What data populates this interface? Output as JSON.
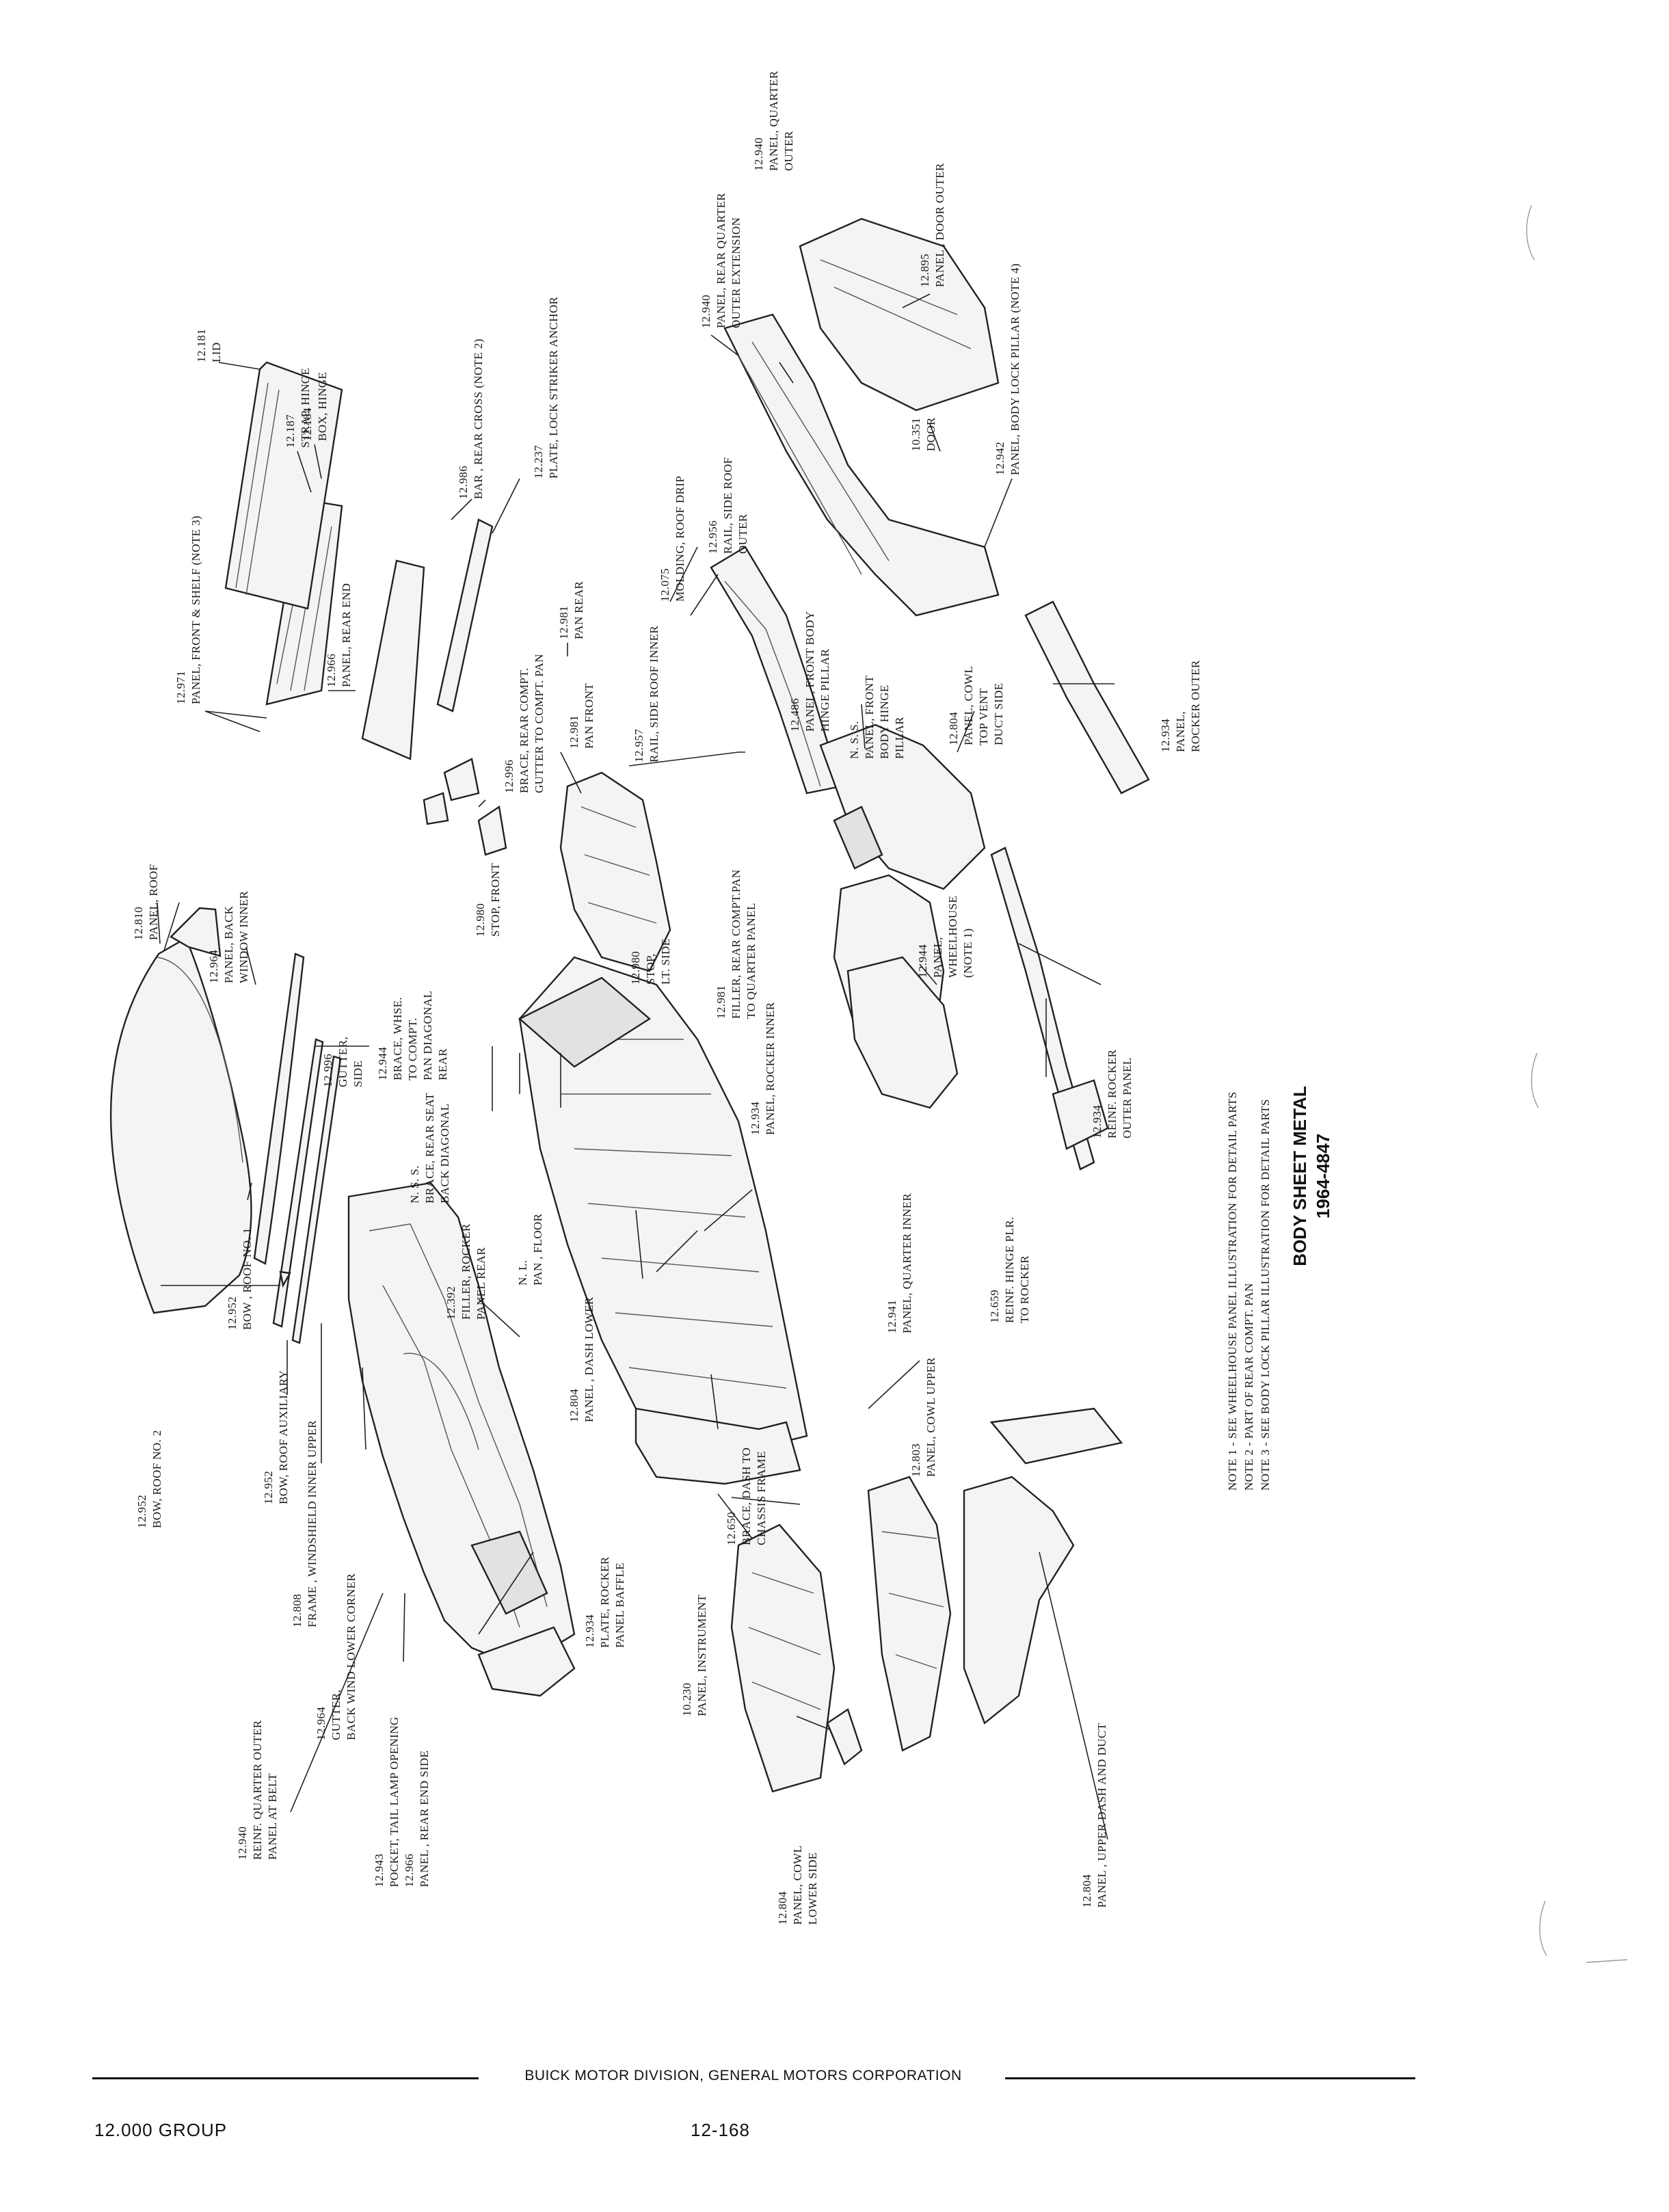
{
  "title": {
    "line1": "BODY SHEET METAL",
    "line2": "1964-4847"
  },
  "notes": [
    "NOTE 1 - SEE WHEELHOUSE PANEL ILLUSTRATION FOR DETAIL PARTS",
    "NOTE 2 - PART OF REAR COMPT. PAN",
    "NOTE 3 - SEE BODY LOCK PILLAR ILLUSTRATION FOR DETAIL PARTS"
  ],
  "footer": {
    "division": "BUICK MOTOR DIVISION, GENERAL MOTORS CORPORATION",
    "group": "12.000 GROUP",
    "page": "12-168"
  },
  "labels": [
    {
      "id": "panel-roof",
      "lines": [
        "12.810",
        "PANEL, ROOF"
      ]
    },
    {
      "id": "panel-back-window-inner",
      "lines": [
        "12.964",
        "PANEL, BACK",
        "WINDOW INNER"
      ]
    },
    {
      "id": "gutter-side",
      "lines": [
        "12.996",
        "GUTTER,",
        "SIDE"
      ]
    },
    {
      "id": "bow-roof-no1",
      "lines": [
        "12.952",
        "BOW , ROOF NO. 1"
      ]
    },
    {
      "id": "bow-roof-no2",
      "lines": [
        "12.952",
        "BOW, ROOF NO. 2"
      ]
    },
    {
      "id": "bow-roof-auxiliary",
      "lines": [
        "12.952",
        "BOW, ROOF AUXILIARY"
      ]
    },
    {
      "id": "frame-windshield-inner-upper",
      "lines": [
        "12.808",
        "FRAME , WINDSHIELD INNER UPPER"
      ]
    },
    {
      "id": "gutter-back-wind-lower-corner",
      "lines": [
        "12.964",
        "GUTTER,",
        "BACK WIND LOWER CORNER"
      ]
    },
    {
      "id": "reinf-quarter-outer",
      "lines": [
        "12.940",
        "REINF. QUARTER OUTER",
        "PANEL AT BELT"
      ]
    },
    {
      "id": "pocket-tail-lamp",
      "lines": [
        "12.943",
        "POCKET, TAIL LAMP OPENING",
        "12.966",
        "PANEL , REAR END SIDE"
      ]
    },
    {
      "id": "plate-rocker-baffle",
      "lines": [
        "12.934",
        "PLATE, ROCKER",
        "PANEL BAFFLE"
      ]
    },
    {
      "id": "filler-rocker-panel-rear",
      "lines": [
        "12.392",
        "FILLER, ROCKER",
        "PANEL REAR"
      ]
    },
    {
      "id": "pan-floor",
      "lines": [
        "N. L.",
        "PAN , FLOOR"
      ]
    },
    {
      "id": "brace-rear-seat-back",
      "lines": [
        "N. S. S.",
        "BRACE, REAR SEAT",
        "BACK DIAGONAL"
      ]
    },
    {
      "id": "brace-whse-to-compt",
      "lines": [
        "12.944",
        "BRACE, WHSE.",
        "TO COMPT.",
        "PAN DIAGONAL",
        "REAR"
      ]
    },
    {
      "id": "stop-front",
      "lines": [
        "12.980",
        "STOP, FRONT"
      ]
    },
    {
      "id": "stop-lt-side",
      "lines": [
        "12.980",
        "STOP,",
        "LT. SIDE"
      ]
    },
    {
      "id": "filler-rear-compt-pan",
      "lines": [
        "12.981",
        "FILLER, REAR COMPT.PAN",
        "TO QUARTER PANEL"
      ]
    },
    {
      "id": "panel-rocker-inner",
      "lines": [
        "12.934",
        "PANEL, ROCKER INNER"
      ]
    },
    {
      "id": "panel-dash-lower",
      "lines": [
        "12.804",
        "PANEL , DASH LOWER"
      ]
    },
    {
      "id": "brace-dash-to-chassis",
      "lines": [
        "12.650",
        "BRACE, DASH TO",
        "CHASSIS FRAME"
      ]
    },
    {
      "id": "panel-instrument",
      "lines": [
        "10.230",
        "PANEL, INSTRUMENT"
      ]
    },
    {
      "id": "panel-cowl-upper",
      "lines": [
        "12.803",
        "PANEL, COWL UPPER"
      ]
    },
    {
      "id": "panel-upper-dash-duct",
      "lines": [
        "12.804",
        "PANEL , UPPER DASH AND DUCT"
      ]
    },
    {
      "id": "panel-cowl-lower-side",
      "lines": [
        "12.804",
        "PANEL, COWL",
        "LOWER SIDE"
      ]
    },
    {
      "id": "panel-quarter-inner",
      "lines": [
        "12.941",
        "PANEL, QUARTER INNER"
      ]
    },
    {
      "id": "panel-wheelhouse",
      "lines": [
        "12.944",
        "PANEL,",
        "WHEELHOUSE",
        "(NOTE 1)"
      ]
    },
    {
      "id": "reinf-hinge-plr",
      "lines": [
        "12.659",
        "REINF. HINGE PLR.",
        "TO ROCKER"
      ]
    },
    {
      "id": "reinf-rocker-outer",
      "lines": [
        "12.934",
        "REINF. ROCKER",
        "OUTER PANEL"
      ]
    },
    {
      "id": "panel-rocker-outer",
      "lines": [
        "12.934",
        "PANEL,",
        "ROCKER OUTER"
      ]
    },
    {
      "id": "panel-cowl-top-vent",
      "lines": [
        "12.804",
        "PANEL, COWL",
        "TOP VENT",
        "DUCT SIDE"
      ]
    },
    {
      "id": "panel-front-body-hinge",
      "lines": [
        "N. S. S.",
        "PANEL, FRONT",
        "BODY HINGE",
        "PILLAR"
      ]
    },
    {
      "id": "panel-front-body-hinge-pillar",
      "lines": [
        "12.486",
        "PANEL, FRONT BODY",
        "HINGE PILLAR"
      ]
    },
    {
      "id": "rail-side-roof-inner",
      "lines": [
        "12.957",
        "RAIL, SIDE ROOF INNER"
      ]
    },
    {
      "id": "rail-side-roof-outer",
      "lines": [
        "12.956",
        "RAIL, SIDE ROOF",
        "OUTER"
      ]
    },
    {
      "id": "molding-roof-drip",
      "lines": [
        "12.075",
        "MOLDING, ROOF DRIP"
      ]
    },
    {
      "id": "pan-rear",
      "lines": [
        "12.981",
        "PAN REAR"
      ]
    },
    {
      "id": "pan-front",
      "lines": [
        "12.981",
        "PAN FRONT"
      ]
    },
    {
      "id": "brace-rear-compt",
      "lines": [
        "12.996",
        "BRACE, REAR COMPT.",
        "GUTTER TO COMPT. PAN"
      ]
    },
    {
      "id": "plate-lock-striker",
      "lines": [
        "12.237",
        "PLATE, LOCK STRIKER ANCHOR"
      ]
    },
    {
      "id": "bar-rear-cross",
      "lines": [
        "12.986",
        "BAR , REAR CROSS (NOTE 2)"
      ]
    },
    {
      "id": "panel-rear-end",
      "lines": [
        "12.966",
        "PANEL, REAR END"
      ]
    },
    {
      "id": "panel-front-shelf",
      "lines": [
        "12.971",
        "PANEL, FRONT & SHELF (NOTE 3)"
      ]
    },
    {
      "id": "strap-hinge",
      "lines": [
        "12.187",
        "STRAP, HINGE"
      ]
    },
    {
      "id": "box-hinge",
      "lines": [
        "12.184",
        "BOX, HINGE"
      ]
    },
    {
      "id": "lid",
      "lines": [
        "12.181",
        "LID"
      ]
    },
    {
      "id": "panel-rear-quarter-ext",
      "lines": [
        "12.940",
        "PANEL, REAR QUARTER",
        "OUTER EXTENSION"
      ]
    },
    {
      "id": "panel-quarter-outer",
      "lines": [
        "12.940",
        "PANEL, QUARTER",
        "OUTER"
      ]
    },
    {
      "id": "panel-door-outer",
      "lines": [
        "12.895",
        "PANEL , DOOR OUTER"
      ]
    },
    {
      "id": "door",
      "lines": [
        "10.351",
        "DOOR"
      ]
    },
    {
      "id": "panel-body-lock-pillar",
      "lines": [
        "12.942",
        "PANEL, BODY LOCK PILLAR (NOTE 4)"
      ]
    }
  ]
}
